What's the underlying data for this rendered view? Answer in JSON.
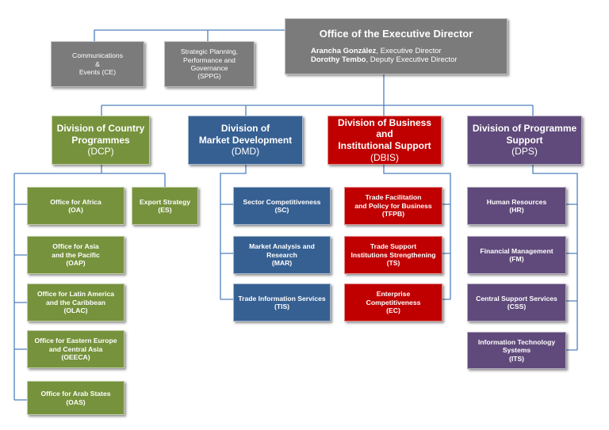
{
  "executive": {
    "title": "Office of the Executive Director",
    "people": [
      {
        "name": "Arancha González",
        "role": ", Executive Director"
      },
      {
        "name": "Dorothy Tembo",
        "role": ", Deputy Executive Director"
      }
    ]
  },
  "units": {
    "ce": {
      "line1": "Communications",
      "line2": "&",
      "line3": "Events (CE)"
    },
    "sppg": {
      "line1": "Strategic Planning,",
      "line2": "Performance and",
      "line3": "Governance",
      "abbr": "(SPPG)"
    }
  },
  "divisions": {
    "dcp": {
      "line1": "Division of Country",
      "line2": "Programmes",
      "abbr": "(DCP)"
    },
    "dmd": {
      "line1": "Division of",
      "line2": "Market Development",
      "abbr": "(DMD)"
    },
    "dbis": {
      "line1": "Division of Business and",
      "line2": "Institutional Support",
      "abbr": "(DBIS)"
    },
    "dps": {
      "line1": "Division of Programme",
      "line2": "Support",
      "abbr": "(DPS)"
    }
  },
  "sections": {
    "oa": {
      "line1": "Office for Africa",
      "abbr": "(OA)"
    },
    "es": {
      "line1": "Export Strategy",
      "abbr": "(ES)"
    },
    "oap": {
      "line1": "Office for Asia",
      "line2": "and the Pacific",
      "abbr": "(OAP)"
    },
    "olac": {
      "line1": "Office for Latin America",
      "line2": "and the Caribbean",
      "abbr": "(OLAC)"
    },
    "oeeca": {
      "line1": "Office for Eastern Europe",
      "line2": "and Central Asia",
      "abbr": "(OEECA)"
    },
    "oas": {
      "line1": "Office for Arab States",
      "abbr": "(OAS)"
    },
    "sc": {
      "line1": "Sector Competitiveness",
      "abbr": "(SC)"
    },
    "mar": {
      "line1": "Market Analysis and",
      "line2": "Research",
      "abbr": "(MAR)"
    },
    "tis": {
      "line1": "Trade Information Services",
      "abbr": "(TIS)"
    },
    "tfpb": {
      "line1": "Trade Facilitation",
      "line2": "and Policy for Business",
      "abbr": "(TFPB)"
    },
    "ts": {
      "line1": "Trade Support",
      "line2": "Institutions Strengthening",
      "abbr": "(TS)"
    },
    "ec": {
      "line1": "Enterprise",
      "line2": "Competitiveness",
      "abbr": "(EC)"
    },
    "hr": {
      "line1": "Human Resources",
      "abbr": "(HR)"
    },
    "fm": {
      "line1": "Financial Management",
      "abbr": "(FM)"
    },
    "css": {
      "line1": "Central Support Services",
      "abbr": "(CSS)"
    },
    "its": {
      "line1": "Information Technology",
      "line2": "Systems",
      "abbr": "(ITS)"
    }
  },
  "colors": {
    "executive": "#7b7b7b",
    "country_programmes": "#76923c",
    "market_development": "#366092",
    "business_institutional": "#c00000",
    "programme_support": "#604a7b",
    "connector": "#4f81bd"
  }
}
